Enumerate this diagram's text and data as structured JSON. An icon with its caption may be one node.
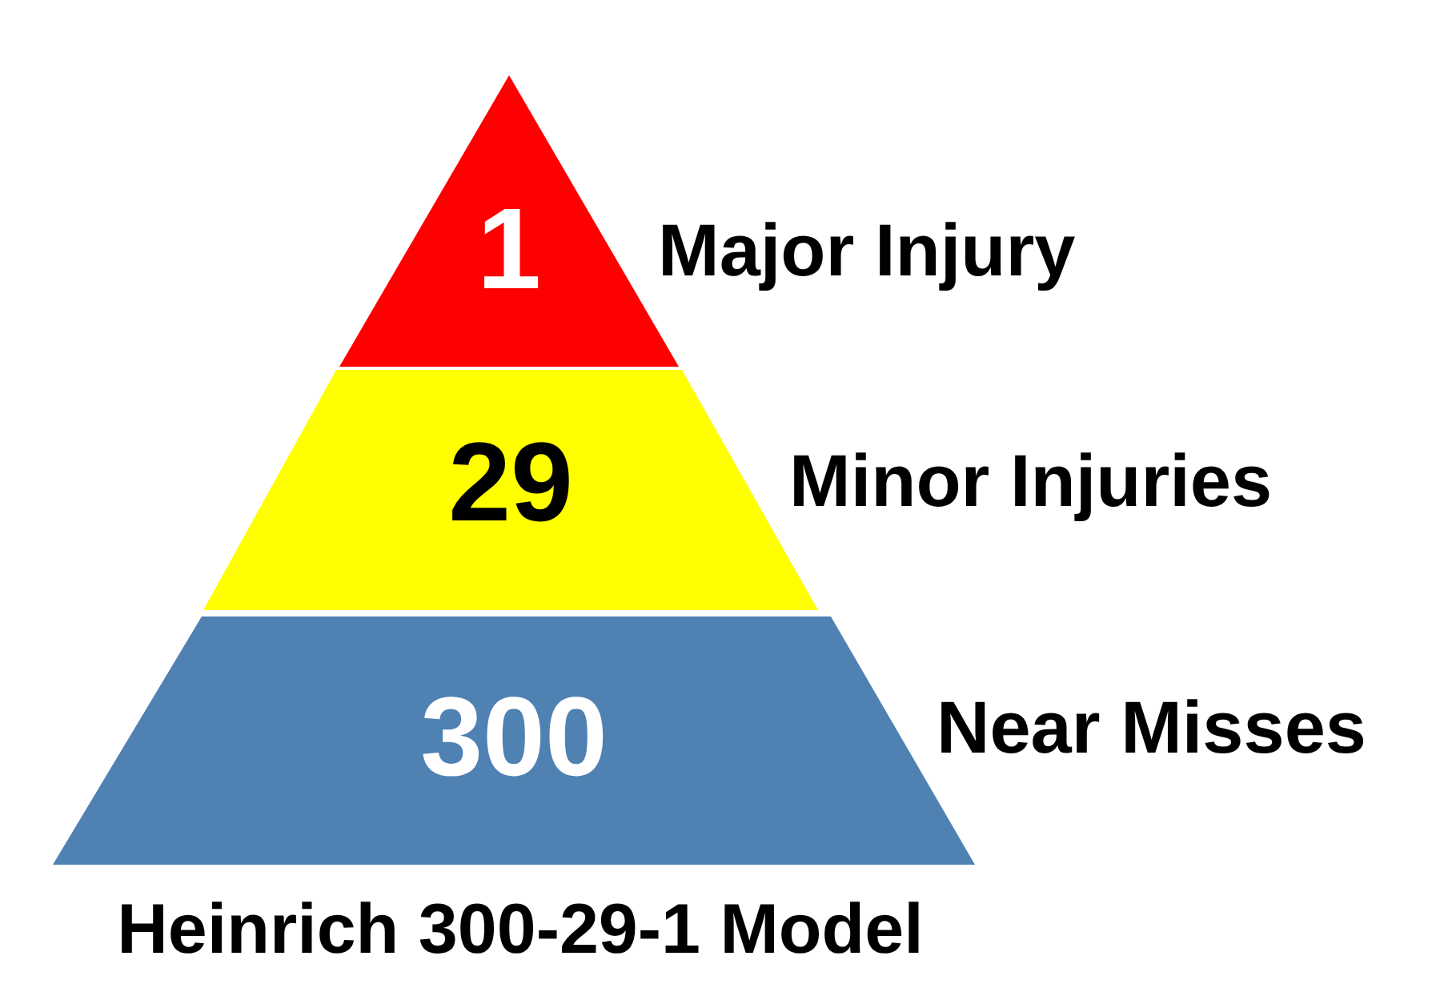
{
  "diagram": {
    "caption": "Heinrich 300-29-1 Model",
    "nodes": [
      {
        "text": [
          "1"
        ],
        "beside": [
          "Major Injury"
        ]
      },
      {
        "text": [
          "29"
        ],
        "beside": [
          "Minor Injuries"
        ]
      },
      {
        "text": [
          "300"
        ],
        "beside": [
          "Near Misses"
        ]
      }
    ]
  }
}
